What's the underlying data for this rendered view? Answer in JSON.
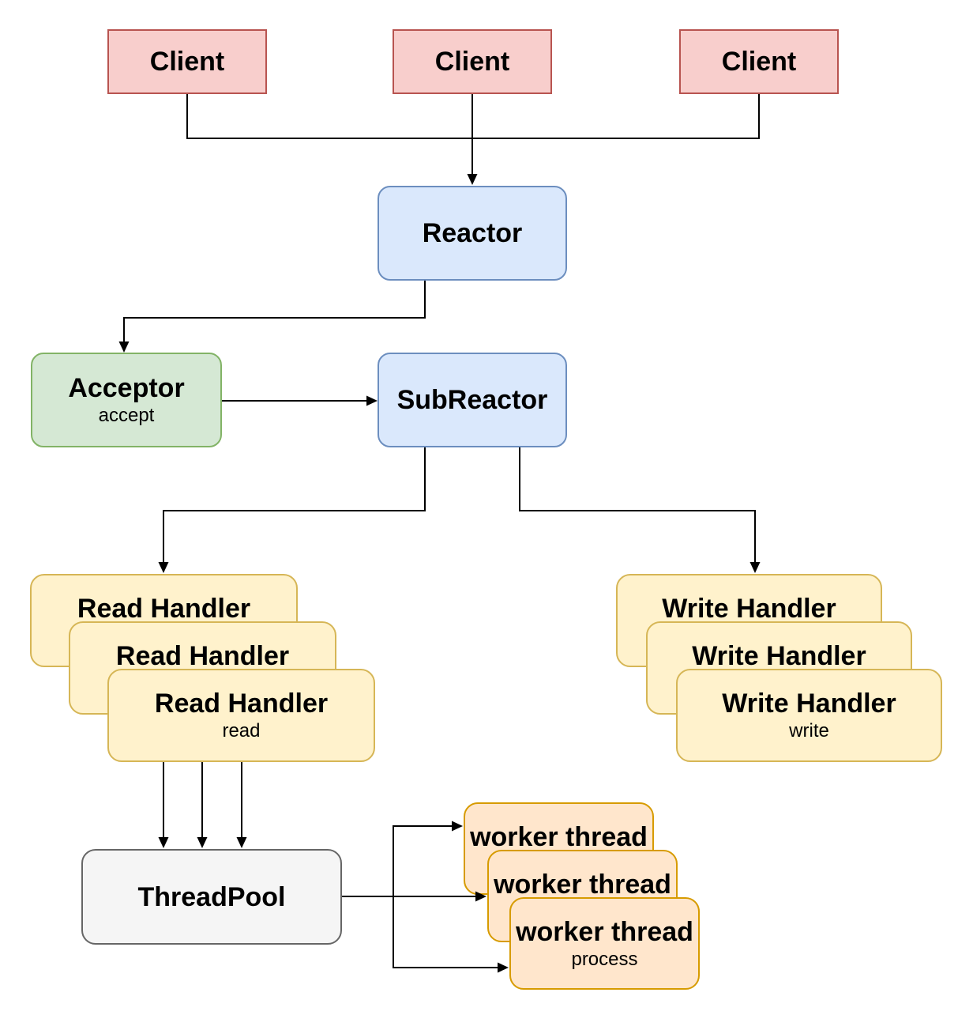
{
  "diagram_type": "reactor-pattern-architecture",
  "colors": {
    "background": "#ffffff",
    "line": "#000000",
    "text": "#000000",
    "client_fill": "#f8cecc",
    "client_stroke": "#b85450",
    "reactor_fill": "#dae8fc",
    "reactor_stroke": "#6c8ebf",
    "acceptor_fill": "#d5e8d4",
    "acceptor_stroke": "#82b366",
    "handler_fill": "#fff2cc",
    "handler_stroke": "#d6b656",
    "threadpool_fill": "#f5f5f5",
    "threadpool_stroke": "#666666",
    "worker_fill": "#ffe6cc",
    "worker_stroke": "#d79b00"
  },
  "nodes": {
    "clients": [
      {
        "label": "Client"
      },
      {
        "label": "Client"
      },
      {
        "label": "Client"
      }
    ],
    "reactor": {
      "label": "Reactor"
    },
    "acceptor": {
      "label": "Acceptor",
      "sublabel": "accept"
    },
    "subreactor": {
      "label": "SubReactor"
    },
    "read_handlers": [
      {
        "label": "Read Handler"
      },
      {
        "label": "Read Handler"
      },
      {
        "label": "Read Handler",
        "sublabel": "read"
      }
    ],
    "write_handlers": [
      {
        "label": "Write Handler"
      },
      {
        "label": "Write Handler"
      },
      {
        "label": "Write Handler",
        "sublabel": "write"
      }
    ],
    "threadpool": {
      "label": "ThreadPool"
    },
    "worker_threads": [
      {
        "label": "worker thread"
      },
      {
        "label": "worker thread"
      },
      {
        "label": "worker thread",
        "sublabel": "process"
      }
    ]
  },
  "edges": [
    {
      "from": "client-1",
      "to": "reactor"
    },
    {
      "from": "client-2",
      "to": "reactor"
    },
    {
      "from": "client-3",
      "to": "reactor"
    },
    {
      "from": "reactor",
      "to": "acceptor"
    },
    {
      "from": "acceptor",
      "to": "subreactor"
    },
    {
      "from": "subreactor",
      "to": "read-handler-stack"
    },
    {
      "from": "subreactor",
      "to": "write-handler-stack"
    },
    {
      "from": "read-handler-1",
      "to": "threadpool"
    },
    {
      "from": "read-handler-2",
      "to": "threadpool"
    },
    {
      "from": "read-handler-3",
      "to": "threadpool"
    },
    {
      "from": "threadpool",
      "to": "worker-thread-1"
    },
    {
      "from": "threadpool",
      "to": "worker-thread-2"
    },
    {
      "from": "threadpool",
      "to": "worker-thread-3"
    }
  ]
}
